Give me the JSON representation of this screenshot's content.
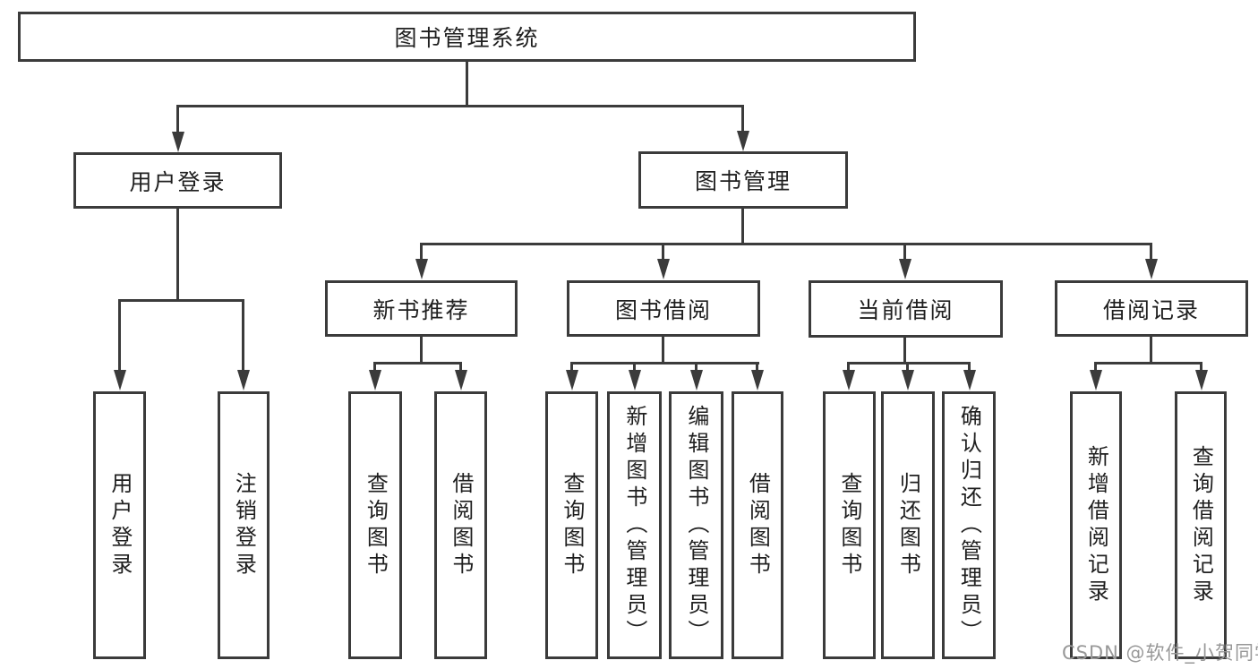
{
  "diagram": {
    "type": "hierarchy-tree",
    "title": "图书管理系统",
    "nodes": {
      "root": {
        "label": "图书管理系统"
      },
      "user_login": {
        "label": "用户登录"
      },
      "book_mgmt": {
        "label": "图书管理"
      },
      "new_book_rec": {
        "label": "新书推荐"
      },
      "book_borrow": {
        "label": "图书借阅"
      },
      "current_borrow": {
        "label": "当前借阅"
      },
      "borrow_records": {
        "label": "借阅记录"
      },
      "ul_user_login": {
        "label": "用户登录"
      },
      "ul_logout": {
        "label": "注销登录"
      },
      "nbr_query_books": {
        "label": "查询图书"
      },
      "nbr_borrow_books": {
        "label": "借阅图书"
      },
      "bb_query_books": {
        "label": "查询图书"
      },
      "bb_add_books_admin": {
        "label": "新增图书（管理员）"
      },
      "bb_edit_books_admin": {
        "label": "编辑图书（管理员）"
      },
      "bb_borrow_books": {
        "label": "借阅图书"
      },
      "cb_query_books": {
        "label": "查询图书"
      },
      "cb_return_books": {
        "label": "归还图书"
      },
      "cb_confirm_return_admin": {
        "label": "确认归还（管理员）"
      },
      "br_add_record": {
        "label": "新增借阅记录"
      },
      "br_query_record": {
        "label": "查询借阅记录"
      }
    },
    "edges": [
      [
        "图书管理系统",
        "用户登录"
      ],
      [
        "图书管理系统",
        "图书管理"
      ],
      [
        "用户登录",
        "用户登录"
      ],
      [
        "用户登录",
        "注销登录"
      ],
      [
        "图书管理",
        "新书推荐"
      ],
      [
        "图书管理",
        "图书借阅"
      ],
      [
        "图书管理",
        "当前借阅"
      ],
      [
        "图书管理",
        "借阅记录"
      ],
      [
        "新书推荐",
        "查询图书"
      ],
      [
        "新书推荐",
        "借阅图书"
      ],
      [
        "图书借阅",
        "查询图书"
      ],
      [
        "图书借阅",
        "新增图书（管理员）"
      ],
      [
        "图书借阅",
        "编辑图书（管理员）"
      ],
      [
        "图书借阅",
        "借阅图书"
      ],
      [
        "当前借阅",
        "查询图书"
      ],
      [
        "当前借阅",
        "归还图书"
      ],
      [
        "当前借阅",
        "确认归还（管理员）"
      ],
      [
        "借阅记录",
        "新增借阅记录"
      ],
      [
        "借阅记录",
        "查询借阅记录"
      ]
    ],
    "colors": {
      "background": "#ffffff",
      "line": "#3b3b3b",
      "box_border": "#3b3b3b",
      "text": "#1f1f1f",
      "watermark": "#989898"
    }
  },
  "watermark": {
    "text": "CSDN @软件_小贺同学"
  }
}
